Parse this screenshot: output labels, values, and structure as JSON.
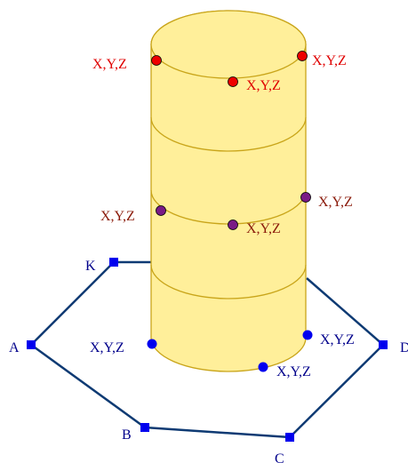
{
  "colors": {
    "cylinder_fill": "#ffef9a",
    "cylinder_stroke": "#c9a51a",
    "polygon_stroke": "#0e3a73",
    "vertex_fill": "#0000ee",
    "label_red": "#e00000",
    "label_dark_red": "#8a1a0a",
    "label_blue": "#00008b",
    "point_red": "#ee0000",
    "point_purple": "#7a1a86",
    "point_blue": "#0000ee"
  },
  "vertices": [
    {
      "id": "A",
      "label": "A"
    },
    {
      "id": "B",
      "label": "B"
    },
    {
      "id": "C",
      "label": "C"
    },
    {
      "id": "D",
      "label": "D"
    },
    {
      "id": "K",
      "label": "K"
    }
  ],
  "points": {
    "top": [
      "X,Y,Z",
      "X,Y,Z",
      "X,Y,Z"
    ],
    "middle": [
      "X,Y,Z",
      "X,Y,Z",
      "X,Y,Z"
    ],
    "bottom": [
      "X,Y,Z",
      "X,Y,Z",
      "X,Y,Z"
    ]
  }
}
